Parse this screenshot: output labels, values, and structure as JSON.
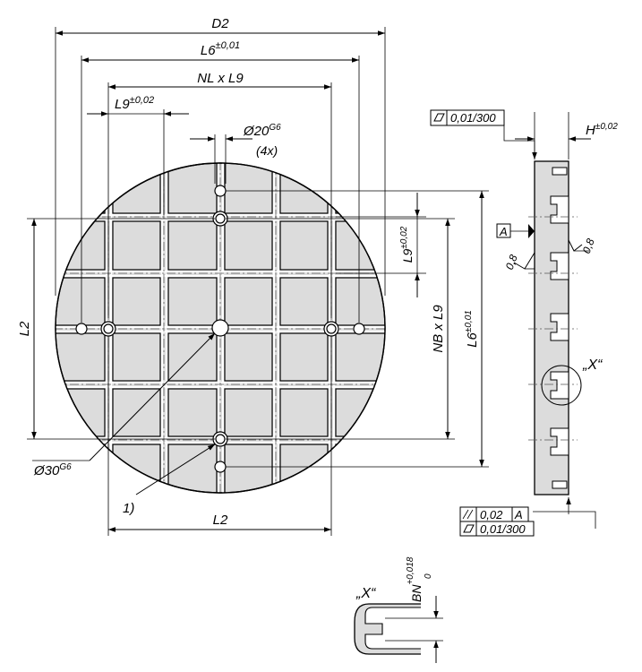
{
  "colors": {
    "plate_fill": "#dcdcdc",
    "line": "#000000",
    "slot_line": "#ffffff",
    "background": "#ffffff"
  },
  "labels": {
    "d2": "D2",
    "l6_top_base": "L6",
    "l6_top_tol": "±0,01",
    "nl_l9": "NL x L9",
    "l9_top_base": "L9",
    "l9_top_tol": "±0,02",
    "d20_base": "Ø20",
    "d20_tol": "G6",
    "d20_count": "(4x)",
    "l2_left": "L2",
    "l9_right_base": "L9",
    "l9_right_tol": "±0,02",
    "nb_l9": "NB x L9",
    "l6_right_base": "L6",
    "l6_right_tol": "±0,01",
    "d30_base": "Ø30",
    "d30_tol": "G6",
    "note_1": "1)",
    "l2_bottom": "L2",
    "flatness_top": "0,01/300",
    "h_base": "H",
    "h_tol": "±0,02",
    "datum_a": "A",
    "rough_left": "0,8",
    "rough_right": "0,8",
    "detail_x": "„X“",
    "parallel_value": "0,02",
    "parallel_ref": "A",
    "flatness_bottom": "0,01/300",
    "detail_x_bottom": "„X“",
    "bn_base": "BN",
    "bn_tol_upper": "+0,018",
    "bn_tol_lower": "0"
  },
  "symbols": {
    "flatness": "flatness-icon",
    "parallelism": "parallelism-icon",
    "roughness": "surface-roughness-icon",
    "datum": "datum-triangle-icon"
  }
}
